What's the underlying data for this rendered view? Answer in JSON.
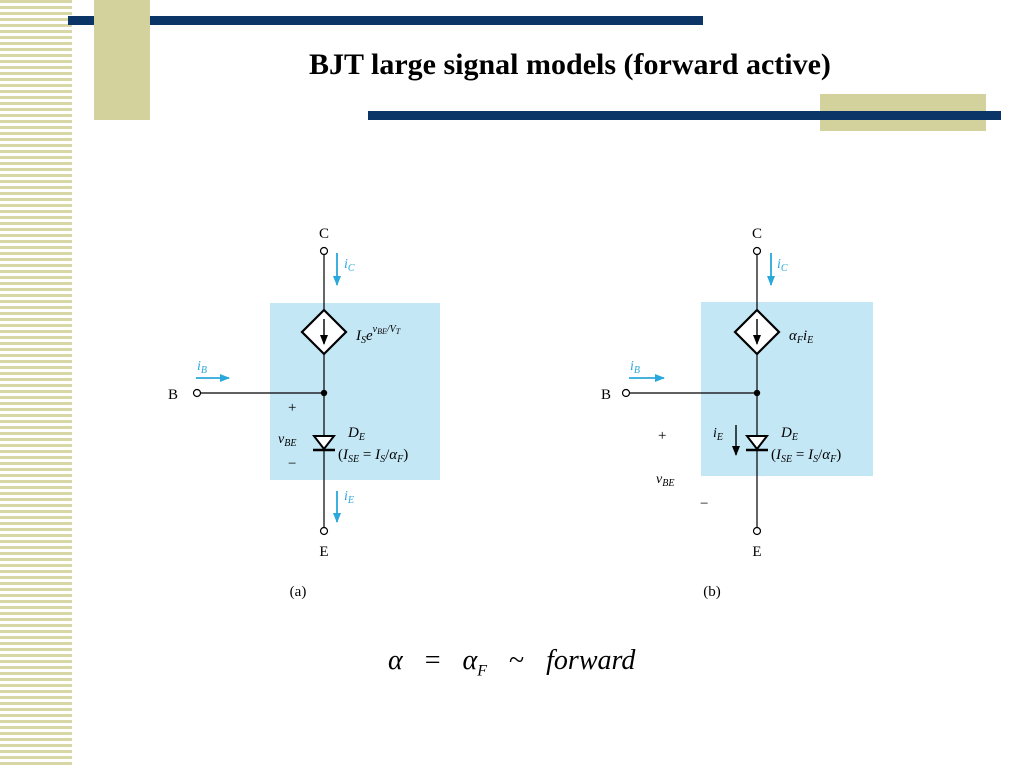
{
  "title": "BJT large signal models (forward active)",
  "formula": {
    "lhs": "α",
    "eq": "=",
    "rhs_base": "α",
    "rhs_sub": "F",
    "tilde": "~",
    "word": "forward"
  },
  "colors": {
    "accent_bar": "#0a3566",
    "accent_block": "#d3d19c",
    "stripe": "#d8d7a6",
    "box_fill": "#c4e7f6",
    "current_arrow": "#29a8dc"
  },
  "circuit_a": {
    "caption": "(a)",
    "collector": "C",
    "emitter": "E",
    "base": "B",
    "ic": "iC",
    "ib": "iB",
    "ie": "iE",
    "source_label": "ISe^vBE/VT",
    "diode_name": "DE",
    "diode_param": "(ISE = IS/αF)",
    "plus": "+",
    "minus": "−",
    "vbe": "vBE"
  },
  "circuit_b": {
    "caption": "(b)",
    "collector": "C",
    "emitter": "E",
    "base": "B",
    "ic": "iC",
    "ib": "iB",
    "ie_inner": "iE",
    "source_label": "αFiE",
    "diode_name": "DE",
    "diode_param": "(ISE = IS/αF)",
    "plus": "+",
    "minus": "−",
    "vbe": "vBE"
  }
}
